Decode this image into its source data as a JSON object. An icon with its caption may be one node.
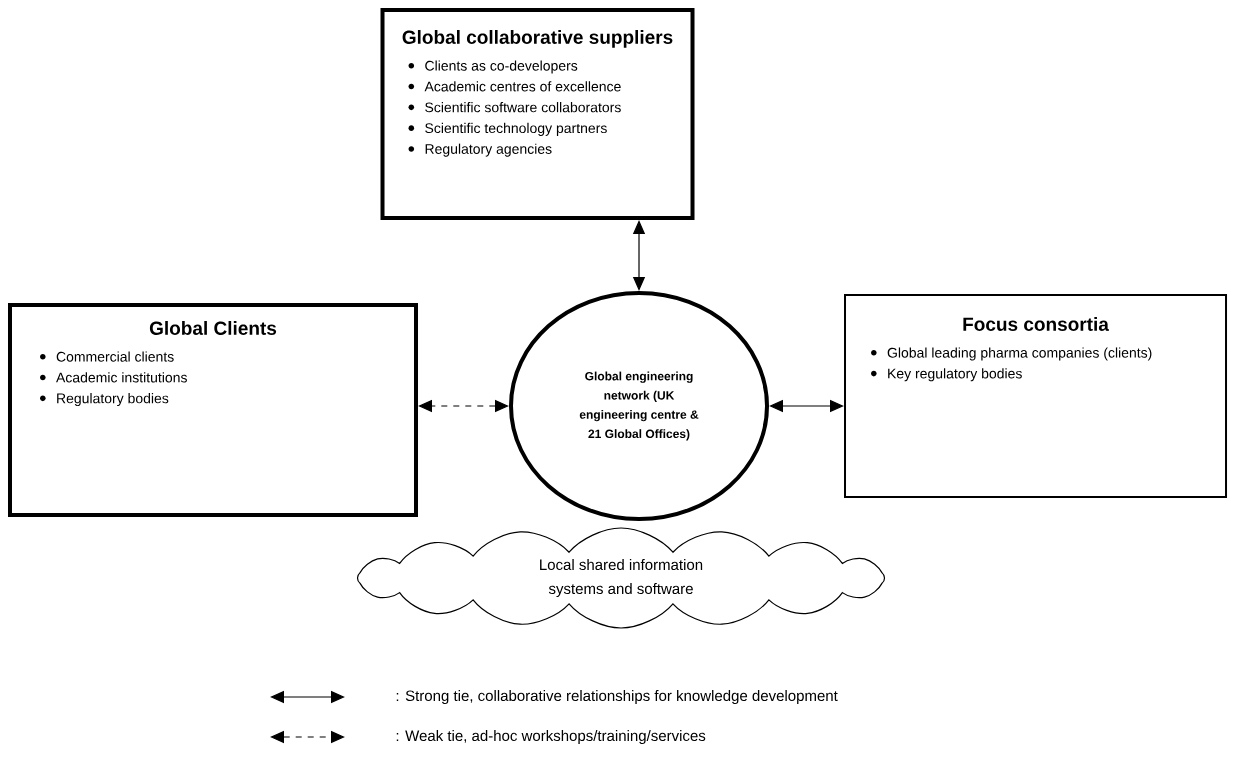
{
  "diagram": {
    "nodes": [
      {
        "text": [
          "Global collaborative suppliers",
          "Clients as co-developers",
          "Academic centres of excellence",
          "Scientific software collaborators",
          "Scientific technology partners",
          "Regulatory agencies"
        ]
      },
      {
        "text": [
          "Global Clients",
          "Commercial clients",
          "Academic institutions",
          "Regulatory bodies"
        ]
      },
      {
        "text": [
          "Global engineering network (UK engineering centre & 21 Global Offices)"
        ]
      },
      {
        "text": [
          "Focus consortia",
          "Global leading pharma companies (clients)",
          "Key regulatory bodies"
        ]
      },
      {
        "text": [
          "Local shared information systems and software"
        ]
      }
    ],
    "edges": [
      {
        "from": 0,
        "to": 2,
        "arrow": "both"
      },
      {
        "from": 2,
        "to": 1,
        "arrow": "both",
        "style": "dashed"
      },
      {
        "from": 2,
        "to": 3,
        "arrow": "both"
      }
    ],
    "legend": [
      {
        "text": ": Strong tie, collaborative relationships for knowledge development"
      },
      {
        "text": ": Weak tie, ad-hoc workshops/training/services"
      }
    ]
  }
}
